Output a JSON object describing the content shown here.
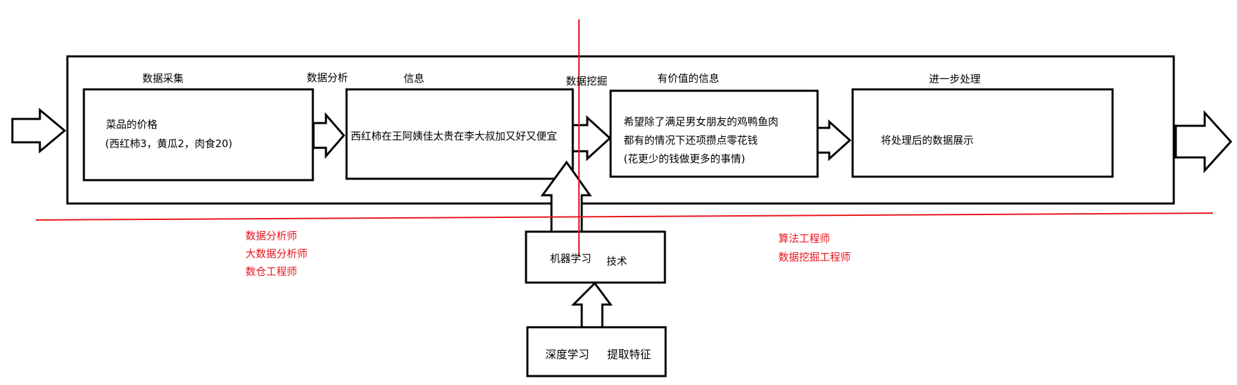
{
  "stage_labels": {
    "collection": "数据采集",
    "analysis": "数据分析",
    "information": "信息",
    "mining": "数据挖掘",
    "valuable_information": "有价值的信息",
    "further_processing": "进一步处理"
  },
  "boxes": {
    "dish_price": {
      "line1": "菜品的价格",
      "line2": "(西红柿3，黄瓜2，肉食20)"
    },
    "information": {
      "text": "西红柿在王阿姨佳太贵在李大叔加又好又便宜"
    },
    "valuable": {
      "line1": "希望除了满足男女朋友的鸡鸭鱼肉",
      "line2": "都有的情况下还项攒点零花钱",
      "line3": "(花更少的钱做更多的事情)"
    },
    "display": {
      "text": "将处理后的数据展示"
    },
    "machine_learning": {
      "left": "机器学习",
      "right": "技术"
    },
    "deep_learning": {
      "left": "深度学习",
      "right": "提取特征"
    }
  },
  "roles": {
    "left": [
      "数据分析师",
      "大数据分析师",
      "数仓工程师"
    ],
    "right": [
      "算法工程师",
      "数据挖掘工程师"
    ]
  },
  "colors": {
    "line": "#e8141c",
    "stroke": "#000000"
  }
}
